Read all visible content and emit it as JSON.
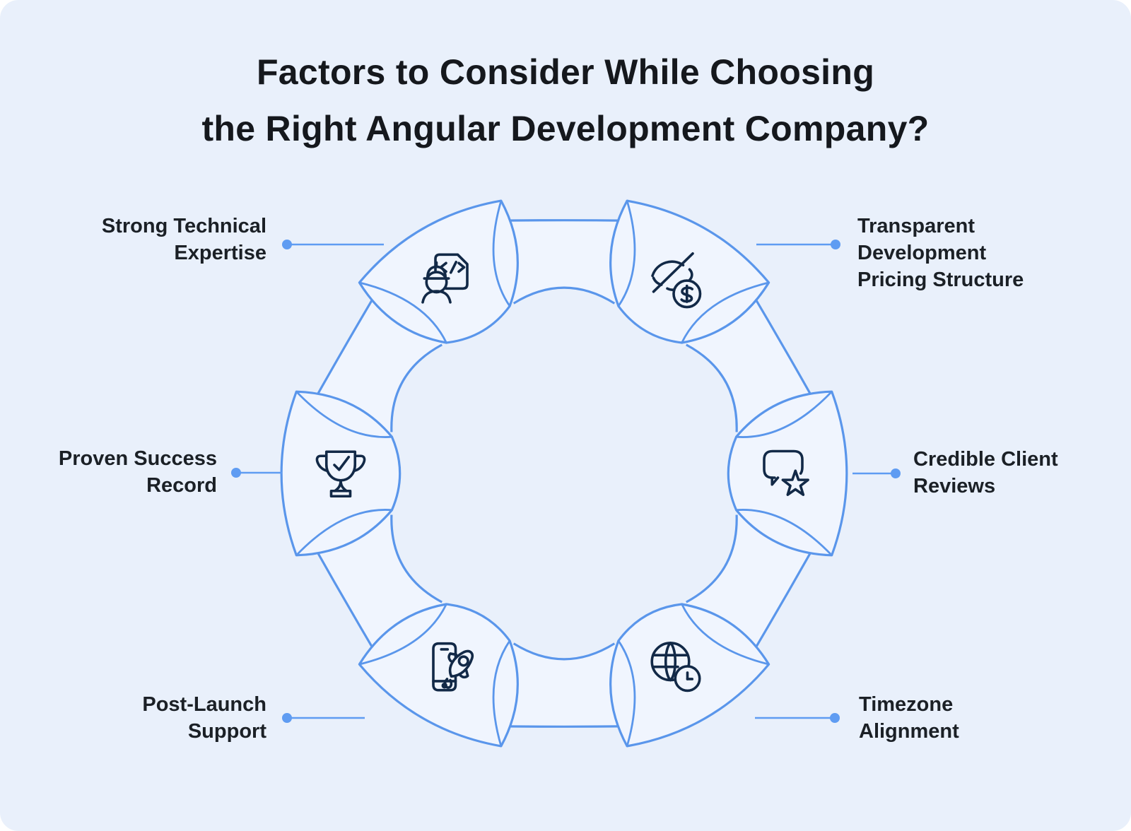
{
  "title": {
    "line1": "Factors to Consider While Choosing",
    "line2": "the Right Angular Development Company?"
  },
  "colors": {
    "background": "#e9f0fb",
    "ring_fill": "#f0f5fe",
    "ring_stroke": "#5a96eb",
    "connector": "#5f9cf2",
    "icon_stroke": "#122947",
    "title_text": "#15181d",
    "label_text": "#1b2026"
  },
  "factors": [
    {
      "id": "strong-technical-expertise",
      "lines": [
        "Strong Technical",
        "Expertise"
      ],
      "icon": "engineer-code-icon",
      "side": "left"
    },
    {
      "id": "transparent-development-pricing-structure",
      "lines": [
        "Transparent",
        "Development",
        "Pricing Structure"
      ],
      "icon": "no-hidden-fees-icon",
      "side": "right"
    },
    {
      "id": "credible-client-reviews",
      "lines": [
        "Credible Client",
        "Reviews"
      ],
      "icon": "chat-star-icon",
      "side": "right"
    },
    {
      "id": "timezone-alignment",
      "lines": [
        "Timezone",
        "Alignment"
      ],
      "icon": "globe-clock-icon",
      "side": "right"
    },
    {
      "id": "post-launch-support",
      "lines": [
        "Post-Launch",
        "Support"
      ],
      "icon": "phone-rocket-icon",
      "side": "left"
    },
    {
      "id": "proven-success-record",
      "lines": [
        "Proven Success",
        "Record"
      ],
      "icon": "trophy-check-icon",
      "side": "left"
    }
  ]
}
